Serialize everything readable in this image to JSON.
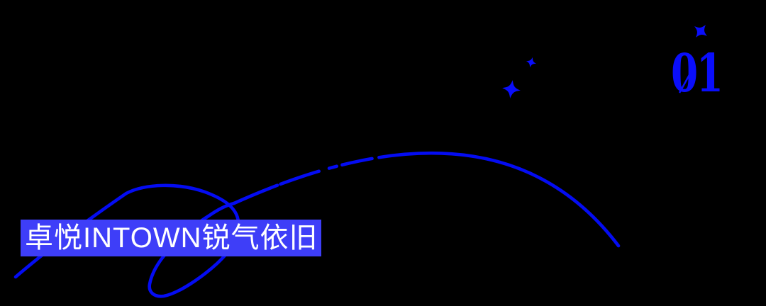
{
  "canvas": {
    "background": "#000000"
  },
  "colors": {
    "accent": "#0a0efb",
    "stroke": "#040cf2",
    "banner_bg": "#3e3ef8",
    "banner_text": "#ffffff"
  },
  "section": {
    "number": "01"
  },
  "banner": {
    "text": "卓悦INTOWN锐气依旧"
  },
  "icons": {
    "sparkle": "four-point-star"
  }
}
